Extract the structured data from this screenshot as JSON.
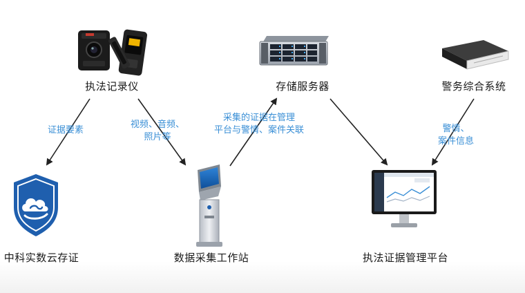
{
  "nodes": {
    "recorder": {
      "label": "执法记录仪",
      "icon": "body-camera-icon"
    },
    "storage_server": {
      "label": "存储服务器",
      "icon": "rack-server-icon"
    },
    "police_system": {
      "label": "警务综合系统",
      "icon": "server-box-icon"
    },
    "cloud_evidence": {
      "label": "中科实数云存证",
      "icon": "cloud-shield-icon"
    },
    "workstation": {
      "label": "数据采集工作站",
      "icon": "kiosk-icon"
    },
    "platform": {
      "label": "执法证据管理平台",
      "icon": "monitor-icon"
    }
  },
  "edges": {
    "recorder_to_cloud": {
      "lines": [
        "证据要素"
      ]
    },
    "recorder_to_workstation": {
      "lines": [
        "视频、音频、",
        "照片等"
      ]
    },
    "workstation_to_server": {
      "lines": [
        "采集的证据在管理",
        "平台与警情、案件关联"
      ]
    },
    "system_to_platform": {
      "lines": [
        "警情、",
        "案件信息"
      ]
    }
  },
  "colors": {
    "arrow": "#222222",
    "edge_text": "#3a8fd6",
    "shield": "#1f5fae",
    "camera": "#1b1b1b"
  }
}
